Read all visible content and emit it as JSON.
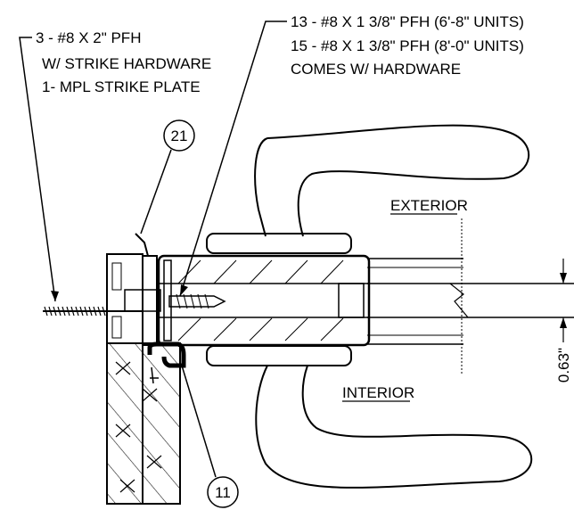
{
  "callouts": {
    "left": {
      "line1": "3 - #8 X 2\" PFH",
      "line2": "W/ STRIKE HARDWARE",
      "line3": "1- MPL STRIKE PLATE"
    },
    "right": {
      "line1": "13 - #8 X 1 3/8\" PFH (6'-8\" UNITS)",
      "line2": "15 - #8 X 1 3/8\" PFH (8'-0\" UNITS)",
      "line3": "COMES W/ HARDWARE"
    }
  },
  "labels": {
    "exterior": "EXTERIOR",
    "interior": "INTERIOR",
    "dimension": "0.63\""
  },
  "markers": {
    "top": "21",
    "bottom": "11"
  }
}
